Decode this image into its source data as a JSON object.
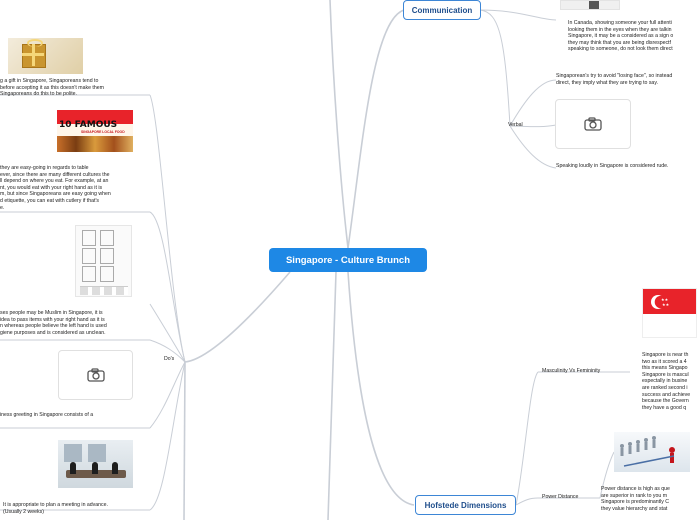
{
  "central": {
    "title": "Singapore - Culture Brunch"
  },
  "branches": {
    "communication": "Communication",
    "hofstede": "Hofstede Dimensions",
    "dos": "Do's",
    "verbal": "Verbal",
    "masculinity": "Masculinity Vs Femininity",
    "power_distance": "Power Distance"
  },
  "notes": {
    "gift": [
      "g a gift in Singapore, Singaporeans tend to",
      "before accepting it as this doesn't make them",
      "Singaporeans do this to be polite."
    ],
    "food_poster": {
      "line1": "10 FAMOUS",
      "line2": "SINGAPORE LOCAL FOOD"
    },
    "table": [
      "they are easy-going in regards to table",
      "ever, since there are many different cultures the",
      "ll depend on where you eat. For example, at an",
      "nt, you would eat with your right hand as it is",
      "m, but since Singaporeans are easy going when",
      "d etiquette, you can eat with cutlery if that's",
      "e."
    ],
    "muslim": [
      "ses people may be Muslim in Singapore, it is",
      "idea to pass items with your right hand as it is",
      "n whereas people believe the left hand is used",
      "giene purposes and is considered as unclean."
    ],
    "greeting": [
      "iness greeting in Singapore consists of a"
    ],
    "meeting": [
      "It is appropriate to plan a meeting in advance.",
      "(Usually 2 weeks)"
    ],
    "canada": [
      "In Canada, showing someone your full attenti",
      "looking them in the eyes when they are talkin",
      "Singapore, it may be a considered as a sign o",
      "they may think that you are being disrespectf",
      "speaking to someone, do not look them direct"
    ],
    "losing_face": [
      "Singaporean's try to avoid \"losing face\", so instead",
      "direct, they imply what they are trying to say."
    ],
    "loudly": [
      "Speaking loudly in Singapore is considered rude."
    ],
    "masculinity": [
      "Singapore is near th",
      "two as it scored a 4",
      "this means Singapo",
      "Singapore is mascul",
      "espectally in busine",
      "are ranked second i",
      "success and achieve",
      "because the Govern",
      "they have a good q"
    ],
    "power": [
      "Power distance is high as que",
      "are superior in rank to you m",
      "Singapore is predominantly C",
      "they value hierarchy and stat"
    ]
  },
  "colors": {
    "accent": "#1e88e5",
    "branch_border": "#3d86d6",
    "link": "#c9ced6",
    "flag_red": "#e8232a"
  },
  "icons": {
    "placeholder": "camera-icon"
  }
}
